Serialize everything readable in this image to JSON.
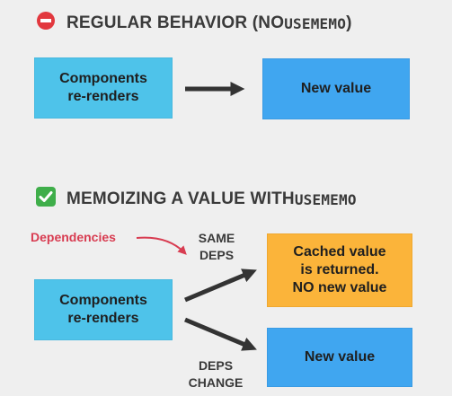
{
  "section1": {
    "title_text": "REGULAR BEHAVIOR (NO ",
    "title_code": "USEMEMO",
    "title_end": ")",
    "icon": "no-entry-icon",
    "left_box": "Components\nre-renders",
    "right_box": "New value"
  },
  "section2": {
    "title_text": "MEMOIZING A VALUE WITH ",
    "title_code": "USEMEMO",
    "icon": "check-mark-icon",
    "dependencies_label": "Dependencies",
    "left_box": "Components\nre-renders",
    "same_deps_label": "SAME\nDEPS",
    "cached_box": "Cached value\nis returned.\nNO new value",
    "deps_change_label": "DEPS\nCHANGE",
    "new_value_box": "New value"
  },
  "colors": {
    "cyan_box": "#4ec3ea",
    "blue_box": "#40a6f0",
    "orange_box": "#fbb43a",
    "accent_red": "#d83c51",
    "check_green": "#3fae4a"
  }
}
